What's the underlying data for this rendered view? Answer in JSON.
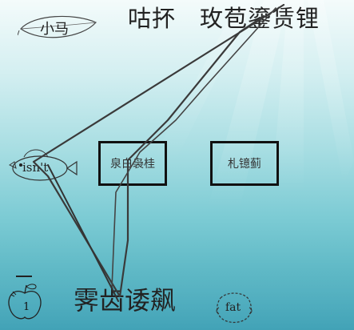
{
  "title_text": "咕抔　玫苞鎏赁锂",
  "leaf": {
    "label": "小马",
    "icon": "leaf-icon"
  },
  "fish": {
    "label": "isn't",
    "icon": "fish-icon"
  },
  "answer_boxes": [
    {
      "label": "泉白袅桂"
    },
    {
      "label": "札镱蓟"
    }
  ],
  "apple": {
    "count": "1",
    "icon": "apple-icon"
  },
  "lower_text": "霁齿诿飙",
  "shell": {
    "label": "fat",
    "icon": "shell-icon"
  },
  "colors": {
    "stroke": "#111111",
    "scribble": "#3a3a3a"
  }
}
